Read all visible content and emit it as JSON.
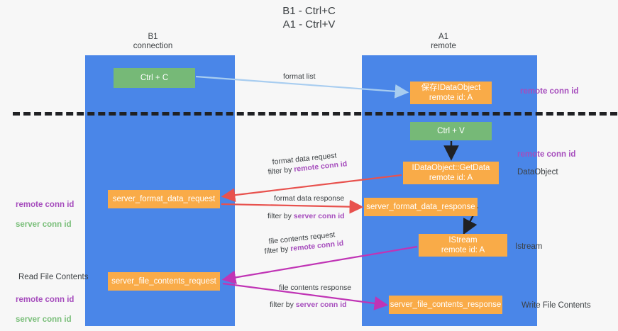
{
  "diagram": {
    "title": "B1 - Ctrl+C\nA1 - Ctrl+V",
    "columns": [
      {
        "id": "b1",
        "header": "B1\nconnection"
      },
      {
        "id": "a1",
        "header": "A1\nremote"
      }
    ],
    "nodes": [
      {
        "id": "ctrl-c",
        "kind": "green",
        "line1": "Ctrl + C",
        "line2": ""
      },
      {
        "id": "save-idataobject",
        "kind": "orange",
        "line1": "保存IDataObject",
        "line2": "remote id: A"
      },
      {
        "id": "ctrl-v",
        "kind": "green",
        "line1": "Ctrl + V",
        "line2": ""
      },
      {
        "id": "getdata",
        "kind": "orange",
        "line1": "IDataObject::GetData",
        "line2": "remote id: A"
      },
      {
        "id": "sfdreq",
        "kind": "orange",
        "line1": "server_format_data_request",
        "line2": ""
      },
      {
        "id": "sfdresp",
        "kind": "orange",
        "line1": "server_format_data_response",
        "line2": ""
      },
      {
        "id": "istream",
        "kind": "orange",
        "line1": "IStream",
        "line2": "remote id: A"
      },
      {
        "id": "sfcreq",
        "kind": "orange",
        "line1": "server_file_contents_request",
        "line2": ""
      },
      {
        "id": "sfcresp",
        "kind": "orange",
        "line1": "server_file_contents_response",
        "line2": ""
      }
    ],
    "edge_labels": {
      "format_list": "format list",
      "format_data_request": "format data request",
      "format_data_request_filter_prefix": "filter by ",
      "format_data_request_filter_value": "remote conn id",
      "format_data_response": "format data response",
      "format_data_response_filter_prefix": "filter by ",
      "format_data_response_filter_value": "server conn id",
      "file_contents_request": "file contents request",
      "file_contents_request_filter_prefix": "filter by ",
      "file_contents_request_filter_value": "remote conn id",
      "file_contents_response": "file contents response",
      "file_contents_response_filter_prefix": "filter by ",
      "file_contents_response_filter_value": "server conn id"
    },
    "annotations": {
      "remote_conn_id_top": "remote conn id",
      "remote_conn_id_mid": "remote conn id",
      "dataobject": "DataObject",
      "istream": "Istream",
      "write_file_contents": "Write File Contents",
      "read_file_contents": "Read File Contents",
      "left_remote_conn_id": "remote conn id",
      "left_server_conn_id": "server conn id",
      "left_remote_conn_id_2": "remote conn id",
      "left_server_conn_id_2": "server conn id"
    },
    "colors": {
      "lane": "#4a86e8",
      "green_box": "#76b977",
      "orange_box": "#f9ab48",
      "purple_text": "#a64dbd",
      "green_text": "#7bbf7b",
      "arrow_blue": "#a8cdf0",
      "arrow_red": "#e8524e",
      "arrow_magenta": "#c034b5",
      "arrow_black": "#202124",
      "background": "#f7f7f7"
    }
  }
}
